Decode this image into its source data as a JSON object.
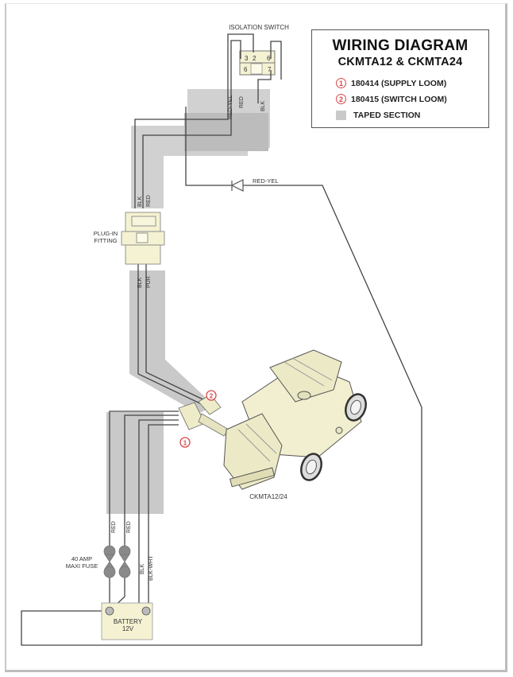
{
  "legend": {
    "title": "WIRING DIAGRAM",
    "subtitle": "CKMTA12 & CKMTA24",
    "items": [
      {
        "marker": "1",
        "label": "180414 (SUPPLY LOOM)"
      },
      {
        "marker": "2",
        "label": "180415 (SWITCH LOOM)"
      },
      {
        "marker": "swatch",
        "label": "TAPED SECTION"
      }
    ],
    "marker_color": "#d9474a",
    "taped_color": "#c9c9c9"
  },
  "components": {
    "isolation_switch": {
      "label": "ISOLATION SWITCH",
      "terminals": [
        "3",
        "2",
        "6",
        "6",
        "",
        "7"
      ]
    },
    "plug_in_fitting": {
      "label_line1": "PLUG-IN",
      "label_line2": "FITTING"
    },
    "compressor": {
      "label": "CKMTA12/24"
    },
    "fuse": {
      "label_line1": "40 AMP",
      "label_line2": "MAXI FUSE"
    },
    "battery": {
      "label_line1": "BATTERY",
      "label_line2": "12V"
    },
    "diode": {
      "label": "RED-YEL"
    }
  },
  "wire_labels": {
    "switch_red_yel": "RED-YEL",
    "switch_red": "RED",
    "switch_blk": "BLK",
    "upper_blk": "BLK",
    "upper_red": "RED",
    "lower_blk": "BLK",
    "lower_pur": "PUR",
    "battery_red_1": "RED",
    "battery_red_2": "RED",
    "battery_blk": "BLK",
    "battery_blk_wht": "BLK-WHT"
  },
  "loom_markers": {
    "supply": "1",
    "switch": "2"
  }
}
